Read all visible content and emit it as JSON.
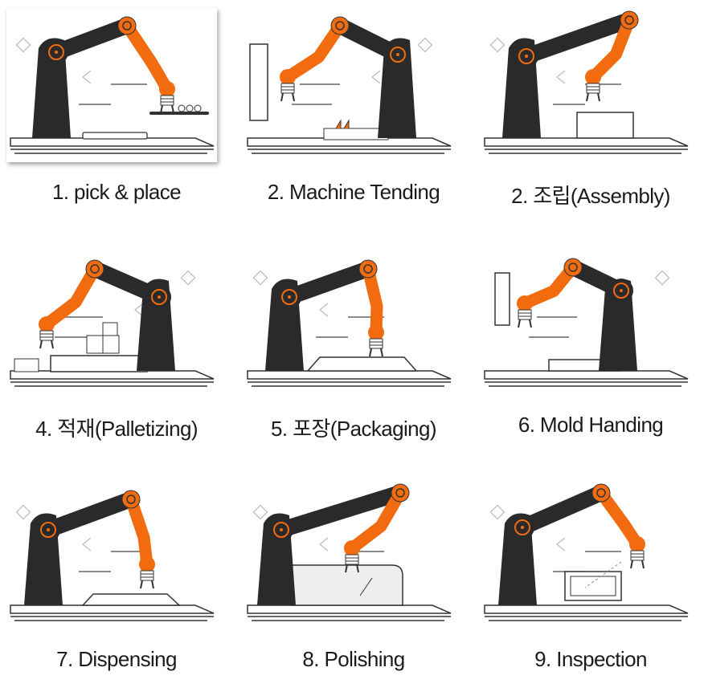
{
  "colors": {
    "robot_dark": "#2a2a2a",
    "robot_orange": "#f26b0f",
    "line": "#333333",
    "deco": "#bbbbbb"
  },
  "items": [
    {
      "caption": "1. pick & place",
      "scene": "pick"
    },
    {
      "caption": "2. Machine Tending",
      "scene": "tending"
    },
    {
      "caption": "2. 조립(Assembly)",
      "scene": "assembly"
    },
    {
      "caption": "4. 적재(Palletizing)",
      "scene": "pallet"
    },
    {
      "caption": "5. 포장(Packaging)",
      "scene": "packaging"
    },
    {
      "caption": "6. Mold Handing",
      "scene": "mold"
    },
    {
      "caption": "7. Dispensing",
      "scene": "dispensing"
    },
    {
      "caption": "8. Polishing",
      "scene": "polishing"
    },
    {
      "caption": "9. Inspection",
      "scene": "inspection"
    }
  ]
}
